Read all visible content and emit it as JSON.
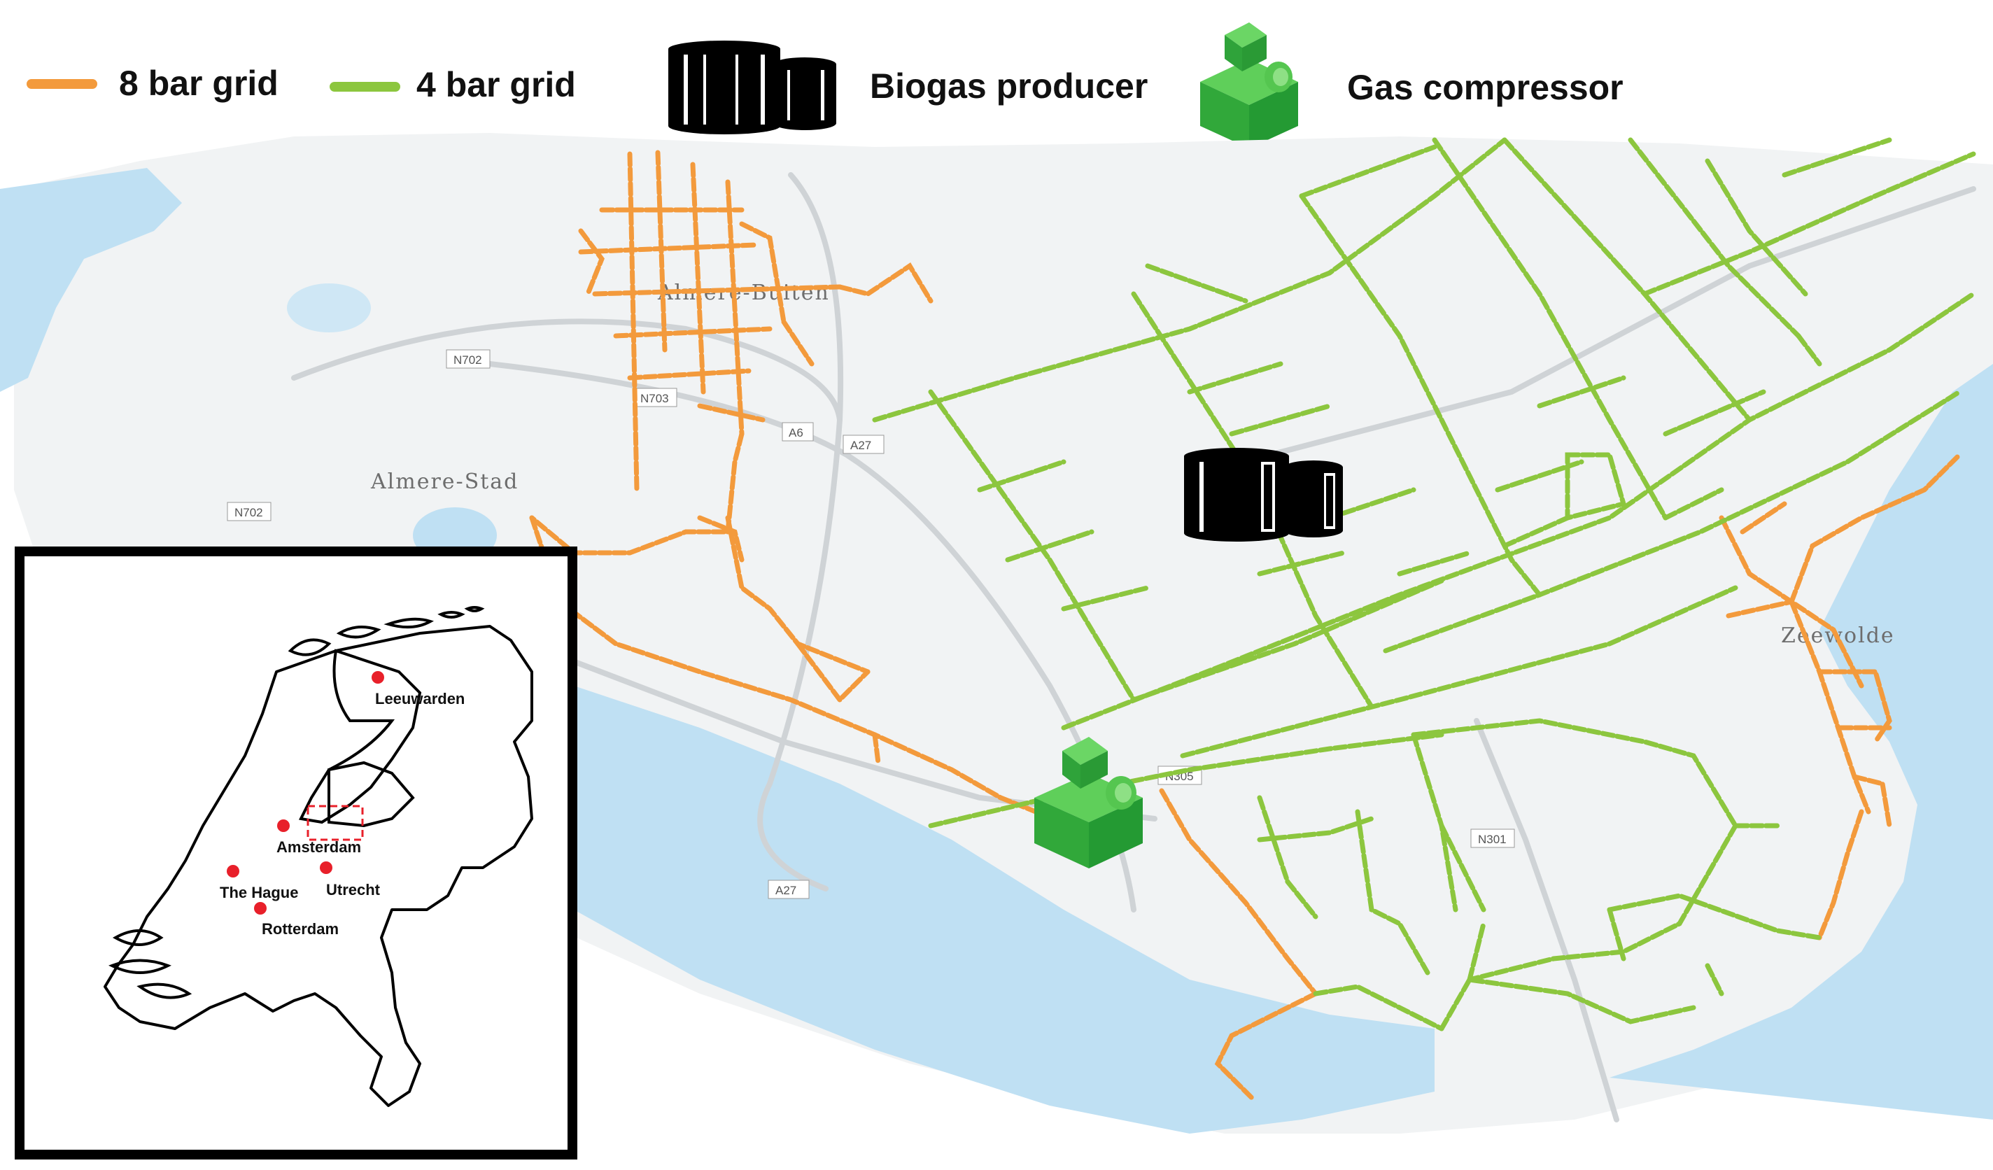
{
  "legend": {
    "grid_8bar": {
      "label": "8 bar grid",
      "color": "#f39a3c"
    },
    "grid_4bar": {
      "label": "4 bar grid",
      "color": "#8cc63e"
    },
    "biogas": {
      "label": "Biogas producer",
      "icon": "biogas-tank-icon"
    },
    "compressor": {
      "label": "Gas compressor",
      "icon": "gas-compressor-icon"
    }
  },
  "map": {
    "places": {
      "almere_buiten": "Almere-Buiten",
      "almere_stad": "Almere-Stad",
      "zeewolde": "Zeewolde"
    },
    "roads": {
      "n702_a": "N702",
      "n703": "N703",
      "a6": "A6",
      "a27_top": "A27",
      "n702_b": "N702",
      "n305": "N305",
      "n301": "N301",
      "a27_bottom": "A27"
    },
    "colors": {
      "water": "#bfe0f3",
      "land": "#f1f3f4",
      "road": "#cfd3d6"
    }
  },
  "inset": {
    "cities": {
      "leeuwarden": "Leeuwarden",
      "amsterdam": "Amsterdam",
      "the_hague": "The Hague",
      "utrecht": "Utrecht",
      "rotterdam": "Rotterdam"
    },
    "marker_color": "#e8202a"
  }
}
